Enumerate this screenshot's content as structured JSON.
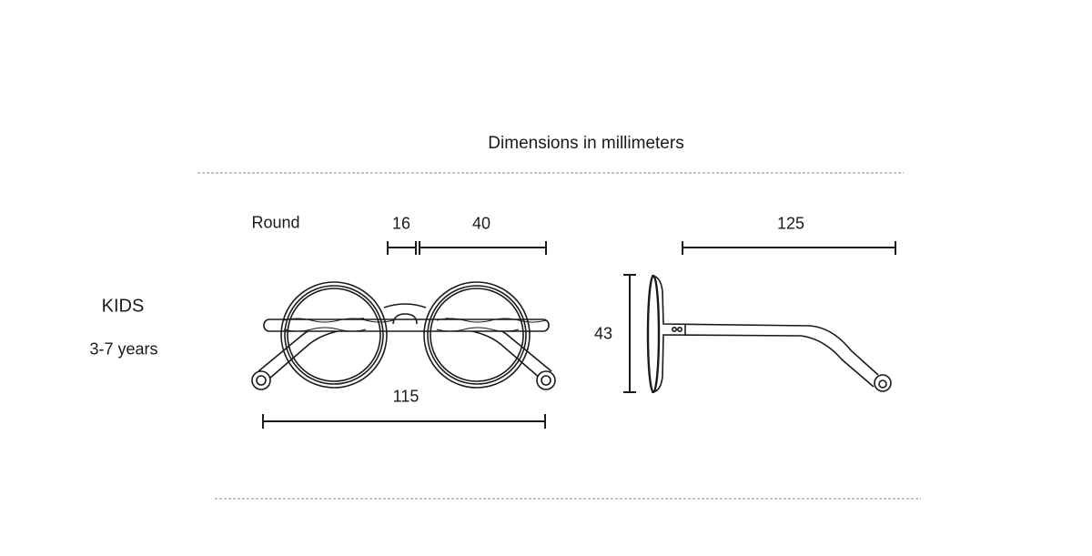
{
  "title": "Dimensions in millimeters",
  "category": "KIDS",
  "age_range": "3-7 years",
  "shape": "Round",
  "dimensions": {
    "bridge": "16",
    "lens_width": "40",
    "total_width": "115",
    "temple_length": "125",
    "lens_height": "43"
  },
  "colors": {
    "line": "#1a1a1a",
    "divider": "#888888"
  }
}
